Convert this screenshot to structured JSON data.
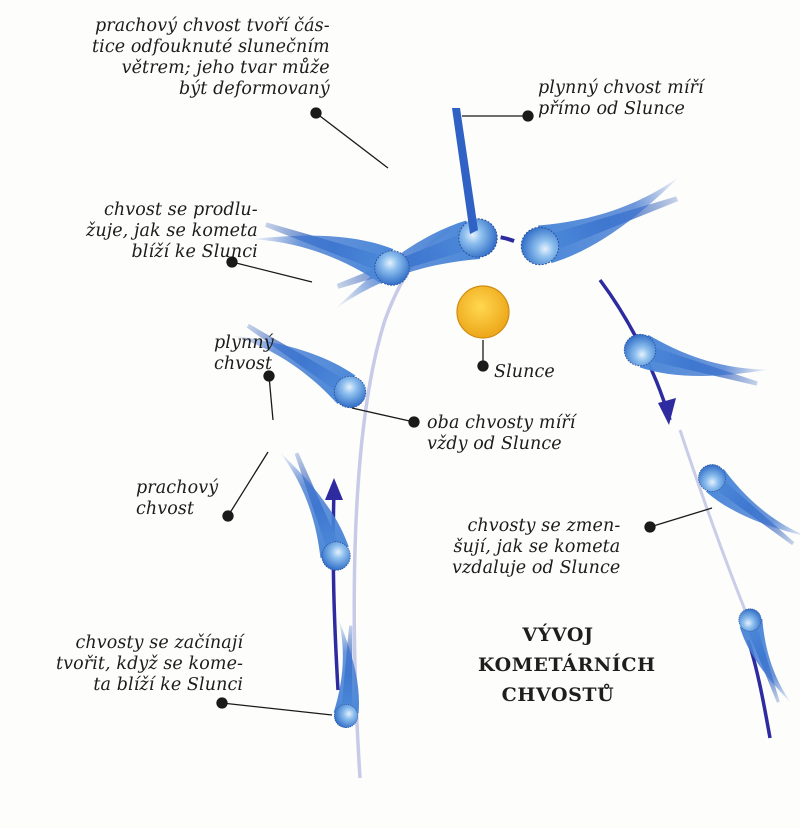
{
  "title": "VÝVOJ\nKOMETÁRNÍCH\nCHVOSTŮ",
  "sun": {
    "label": "Slunce",
    "color": "#f3b01f"
  },
  "labels": {
    "dust_tail_shape": "prachový chvost tvoří čás-\ntice odfouknuté slunečním\nvětrem; jeho tvar může\nbýt deformovaný",
    "gas_tail_direction": "plynný chvost míří\npřímo od Slunce",
    "tail_lengthens": "chvost se prodlu-\nžuje, jak se kometa\nblíží ke Slunci",
    "gas_tail": "plynný\nchvost",
    "both_tails": "oba chvosty míří\nvždy od Slunce",
    "dust_tail": "prachový\nchvost",
    "tails_shrink": "chvosty se zmen-\nšují, jak se kometa\nvzdaluje od Slunce",
    "tails_form": "chvosty se začínají\ntvořit, když se kome-\nta blíží ke Slunci"
  },
  "colors": {
    "tail_blue": "#2f62c4",
    "coma_blue": "#4d8fd8",
    "orbit": "#2e2ba0",
    "orbit_faded": "#c7cbe7",
    "leader": "#1a1a1a"
  }
}
